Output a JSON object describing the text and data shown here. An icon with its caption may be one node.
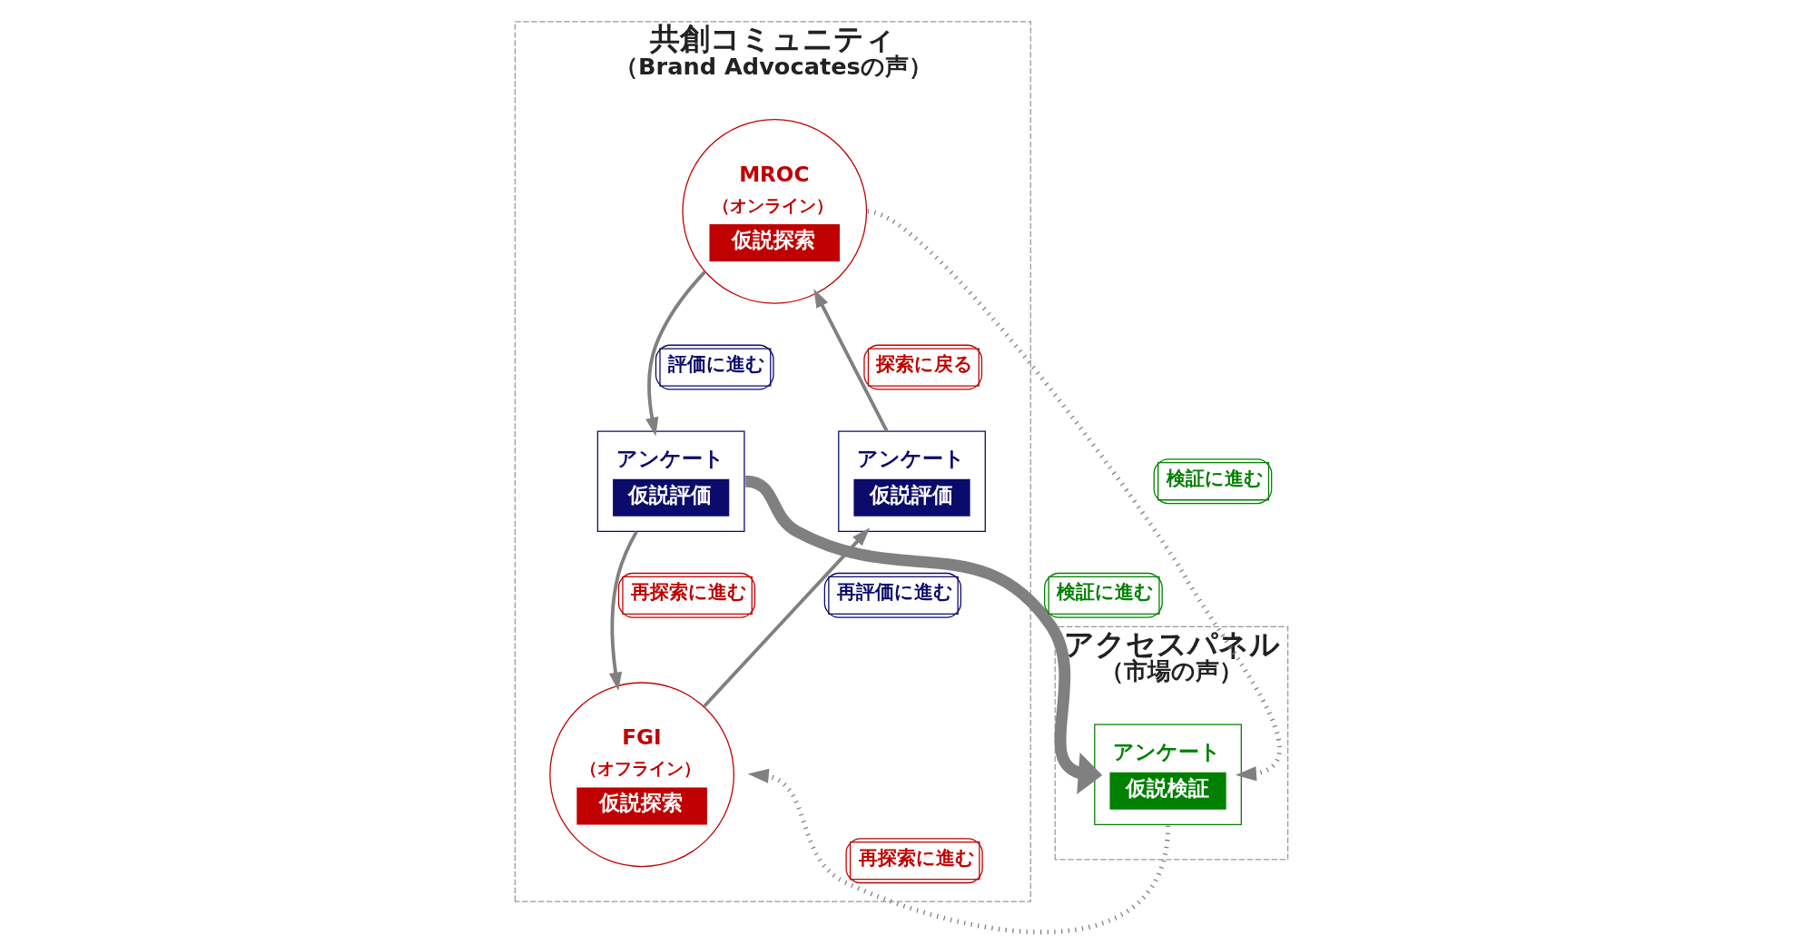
{
  "diagram": {
    "nodes": [
      {
        "text": [
          "共創コミュニティ",
          "（Brand Advocatesの声）"
        ]
      },
      {
        "text": [
          "アクセスパネル",
          "（市場の声）"
        ]
      },
      {
        "text": [
          "MROC",
          "（オンライン）",
          "仮説探索"
        ],
        "in": 0
      },
      {
        "text": [
          "アンケート",
          "仮説評価"
        ],
        "in": 0
      },
      {
        "text": [
          "アンケート",
          "仮説評価"
        ],
        "in": 0
      },
      {
        "text": [
          "FGI",
          "（オフライン）",
          "仮説探索"
        ],
        "in": 0
      },
      {
        "text": [
          "アンケート",
          "仮説検証"
        ],
        "in": 1
      }
    ],
    "edges": [
      {
        "from": 2,
        "to": 4,
        "arrow": "to",
        "label": "評価に進む"
      },
      {
        "from": 4,
        "to": 5,
        "arrow": "to",
        "label": "再探索に進む"
      },
      {
        "from": 5,
        "to": 3,
        "arrow": "to",
        "label": "再評価に進む"
      },
      {
        "from": 3,
        "to": 2,
        "arrow": "to",
        "label": "探索に戻る"
      },
      {
        "from": 4,
        "to": 6,
        "arrow": "to",
        "label": "検証に進む",
        "style": "thick"
      },
      {
        "from": 2,
        "to": 6,
        "arrow": "to",
        "label": "検証に進む",
        "style": "dashed"
      },
      {
        "from": 6,
        "to": 5,
        "arrow": "to",
        "label": "再探索に進む",
        "style": "dashed"
      }
    ]
  }
}
